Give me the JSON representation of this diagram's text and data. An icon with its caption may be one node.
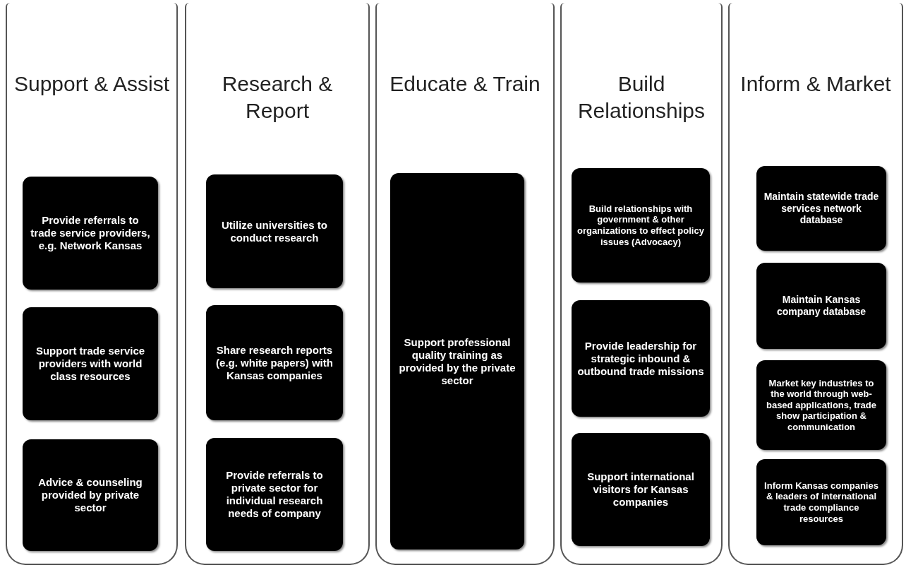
{
  "diagram": {
    "nodes": [
      {
        "text": [
          "Support & Assist"
        ]
      },
      {
        "text": [
          "Provide referrals to trade service providers, e.g. Network Kansas"
        ],
        "in": 0
      },
      {
        "text": [
          "Support trade service providers with world class resources"
        ],
        "in": 0
      },
      {
        "text": [
          "Advice & counseling provided by private sector"
        ],
        "in": 0
      },
      {
        "text": [
          "Research & Report"
        ]
      },
      {
        "text": [
          "Utilize universities to conduct research"
        ],
        "in": 4
      },
      {
        "text": [
          "Share research reports (e.g. white papers) with Kansas companies"
        ],
        "in": 4
      },
      {
        "text": [
          "Provide referrals to private sector for individual research needs of company"
        ],
        "in": 4
      },
      {
        "text": [
          "Educate & Train"
        ]
      },
      {
        "text": [
          "Support professional quality training as provided by the private sector"
        ],
        "in": 8
      },
      {
        "text": [
          "Build Relationships"
        ]
      },
      {
        "text": [
          "Build relationships with government & other organizations to effect policy issues (Advocacy)"
        ],
        "in": 10
      },
      {
        "text": [
          "Provide leadership for strategic inbound & outbound trade missions"
        ],
        "in": 10
      },
      {
        "text": [
          "Support international visitors for Kansas companies"
        ],
        "in": 10
      },
      {
        "text": [
          "Inform & Market"
        ]
      },
      {
        "text": [
          "Maintain statewide trade services network database"
        ],
        "in": 14
      },
      {
        "text": [
          "Maintain Kansas company database"
        ],
        "in": 14
      },
      {
        "text": [
          "Market key industries to the world through web-based applications, trade show participation & communication"
        ],
        "in": 14
      },
      {
        "text": [
          "Inform Kansas companies & leaders of international trade compliance resources"
        ],
        "in": 14
      }
    ],
    "edges": []
  }
}
